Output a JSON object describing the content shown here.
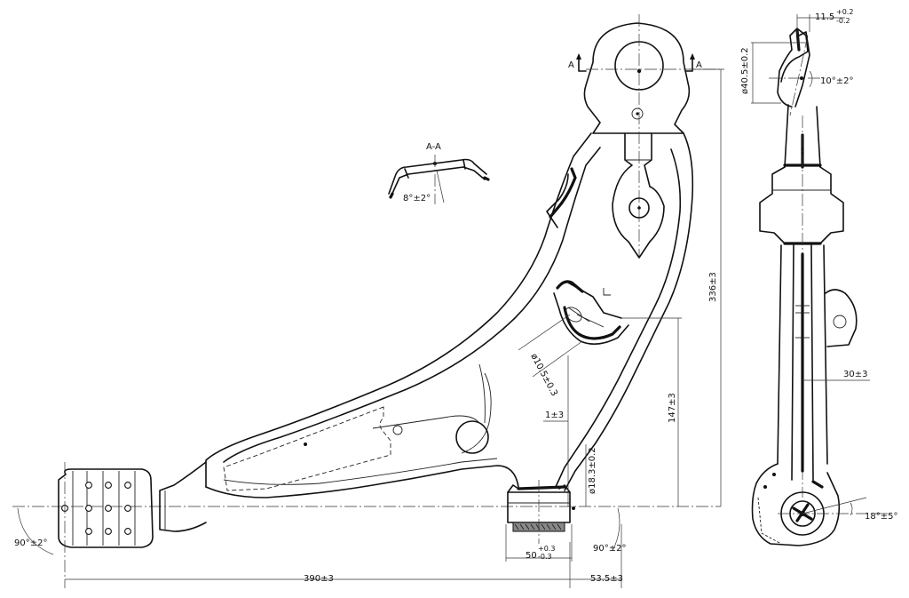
{
  "section_label": "A-A",
  "section_markers": {
    "left": "A",
    "right": "A"
  },
  "dimensions": {
    "angle_section": "8°±2°",
    "height_total": "336±3",
    "bore_upper": "ø10.5±0.3",
    "height_mid": "147±3",
    "offset_small": "1±3",
    "bore_bush": "ø18.3±0.2",
    "bush_width": "50",
    "bush_width_tol_upper": "+0.3",
    "bush_width_tol_lower": "-0.3",
    "angle_bush": "90°±2°",
    "angle_balljoint": "90°±2°",
    "length_main": "390±3",
    "length_offset": "53.5±3",
    "side_top_width": "11.5",
    "side_top_tol_upper": "+0.2",
    "side_top_tol_lower": "-0.2",
    "side_bore": "ø40.5±0.2",
    "side_angle_top": "10°±2°",
    "side_width": "30±3",
    "side_angle_bottom": "18°±5°"
  }
}
